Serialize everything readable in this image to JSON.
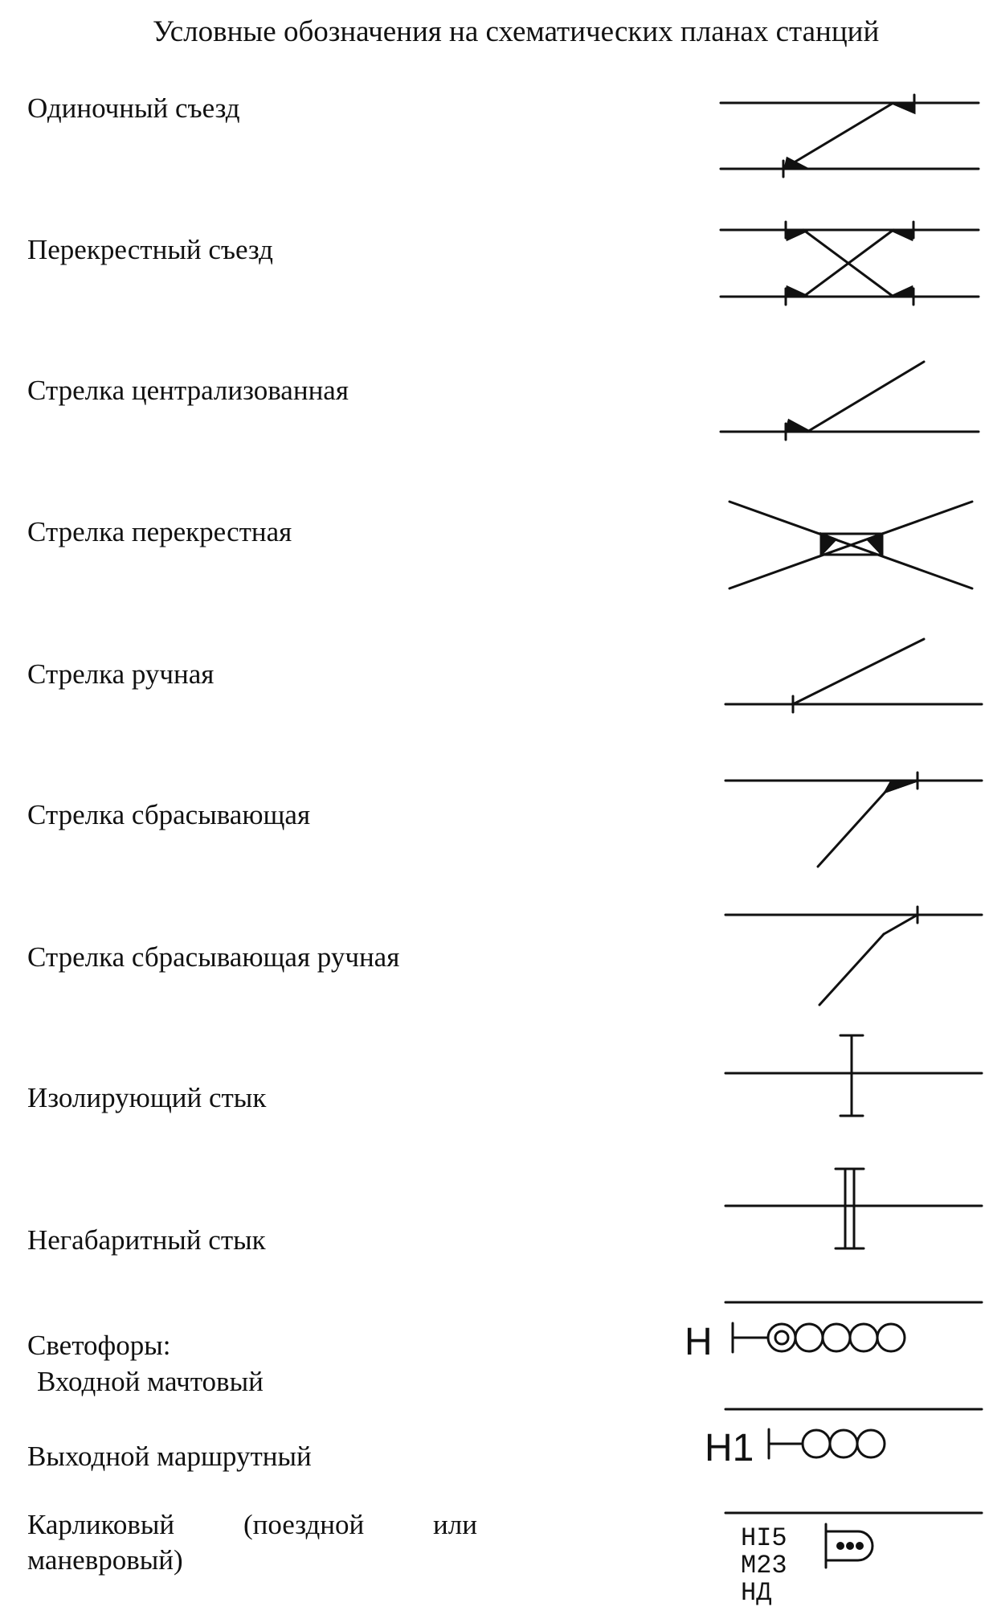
{
  "page": {
    "title": "Условные обозначения на схематических планах станций"
  },
  "items": [
    {
      "label": "Одиночный съезд",
      "symbol": "single-crossover"
    },
    {
      "label": "Перекрестный съезд",
      "symbol": "scissors-crossover"
    },
    {
      "label": "Стрелка централизованная",
      "symbol": "centralized-switch"
    },
    {
      "label": "Стрелка перекрестная",
      "symbol": "crossing-switch"
    },
    {
      "label": "Стрелка ручная",
      "symbol": "manual-switch"
    },
    {
      "label": "Стрелка сбрасывающая",
      "symbol": "derailing-switch"
    },
    {
      "label": "Стрелка сбрасывающая ручная",
      "symbol": "manual-derailing-switch"
    },
    {
      "label": "Изолирующий стык",
      "symbol": "insulated-joint"
    },
    {
      "label": "Негабаритный стык",
      "symbol": "out-of-gauge-joint"
    }
  ],
  "signals": {
    "heading": "Светофоры:",
    "home_mast": {
      "label": "Входной мачтовый",
      "code": "Н"
    },
    "exit_route": {
      "label": "Выходной маршрутный",
      "code": "Н1"
    },
    "dwarf": {
      "label": "Карликовый (поездной или маневровый)",
      "codes": [
        "НІ5",
        "М23",
        "НД"
      ]
    }
  }
}
